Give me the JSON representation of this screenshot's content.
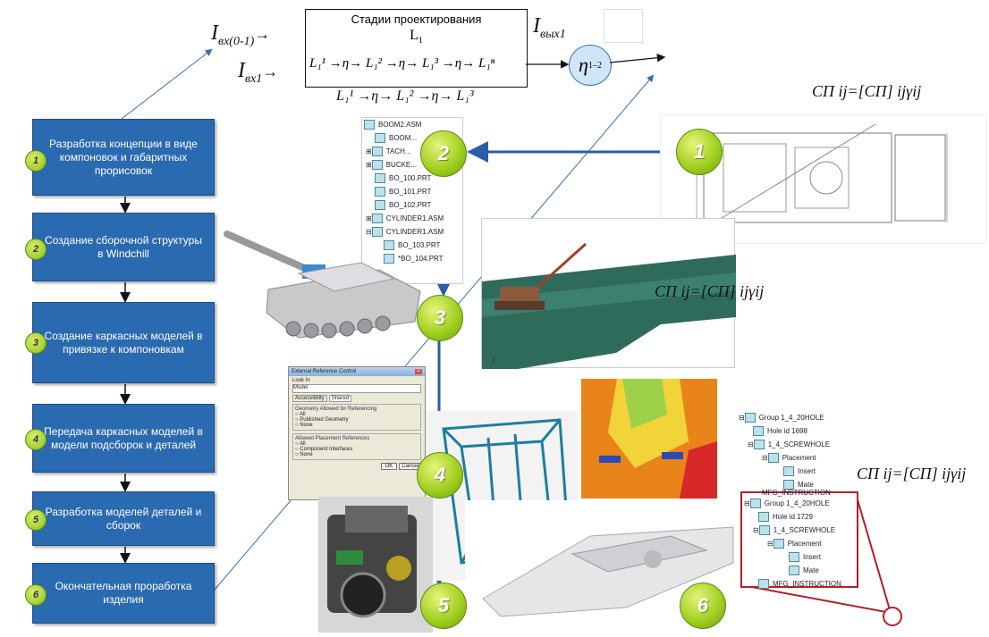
{
  "header": {
    "box_title": "Стадии проектирования",
    "box_stage": "L",
    "box_stage_sub": "1",
    "in_top": "I",
    "in_top_sub": "вх(0-1)",
    "in_bottom": "I",
    "in_bottom_sub": "вх1",
    "out_label": "I",
    "out_label_sub": "вых1",
    "eta_label": "η",
    "eta_sub": "1–2",
    "chain_top": "L₁¹ →η→ L₁² →η→ L₁³ →η→ L₁ⁿ",
    "chain_bottom": "L₁¹ →η→ L₁² →η→ L₁³"
  },
  "stages": [
    {
      "num": "1",
      "label": "Разработка концепции в виде компоновок и габаритных прорисовок"
    },
    {
      "num": "2",
      "label": "Создание сборочной структуры в Windchill"
    },
    {
      "num": "3",
      "label": "Создание каркасных моделей в привязке к компоновкам"
    },
    {
      "num": "4",
      "label": "Передача каркасных моделей в модели подсборок и деталей"
    },
    {
      "num": "5",
      "label": "Разработка моделей деталей и сборок"
    },
    {
      "num": "6",
      "label": "Окончательная проработка изделия"
    }
  ],
  "big_badges": [
    "1",
    "2",
    "3",
    "4",
    "5",
    "6"
  ],
  "formulas": {
    "f1": "СП ij=[СП] ijγij",
    "f2": "СП ij=[СП] ijγij",
    "f3": "СП ij=[СП] ijγij"
  },
  "tree1": [
    "BOOM2.ASM",
    "BOOM...",
    "TACH...",
    "BUCKE...",
    "BO_100.PRT",
    "BO_101.PRT",
    "BO_102.PRT",
    "CYLINDER1.ASM",
    "CYLINDER1.ASM",
    "BO_103.PRT",
    "*BO_104.PRT"
  ],
  "tree2": [
    "Group 1_4_20HOLE",
    "Hole id 1698",
    "1_4_SCREWHOLE",
    "Placement",
    "Insert",
    "Mate",
    "MFG_INSTRUCTION"
  ],
  "tree3": [
    "Group 1_4_20HOLE",
    "Hole id 1729",
    "1_4_SCREWHOLE",
    "Placement",
    "Insert",
    "Mate",
    "MFG_INSTRUCTION"
  ],
  "dialog": {
    "title": "External Reference Control",
    "look_in": "Look In",
    "select": "Model",
    "tab1": "Accessibility",
    "tab2": "Shared",
    "group1": "Geometry Allowed for Referencing",
    "opt1": "All",
    "opt2": "Published Geometry",
    "opt3": "None",
    "group2": "Allowed Placement References",
    "opt4": "All",
    "opt5": "Component Interfaces",
    "opt6": "None",
    "ok": "OK",
    "cancel": "Cancel"
  },
  "colors": {
    "stage_box": "#2a6ab0",
    "badge": "#9ccd1c",
    "arrow": "#2a5ea8",
    "highlight": "#b0202a"
  }
}
